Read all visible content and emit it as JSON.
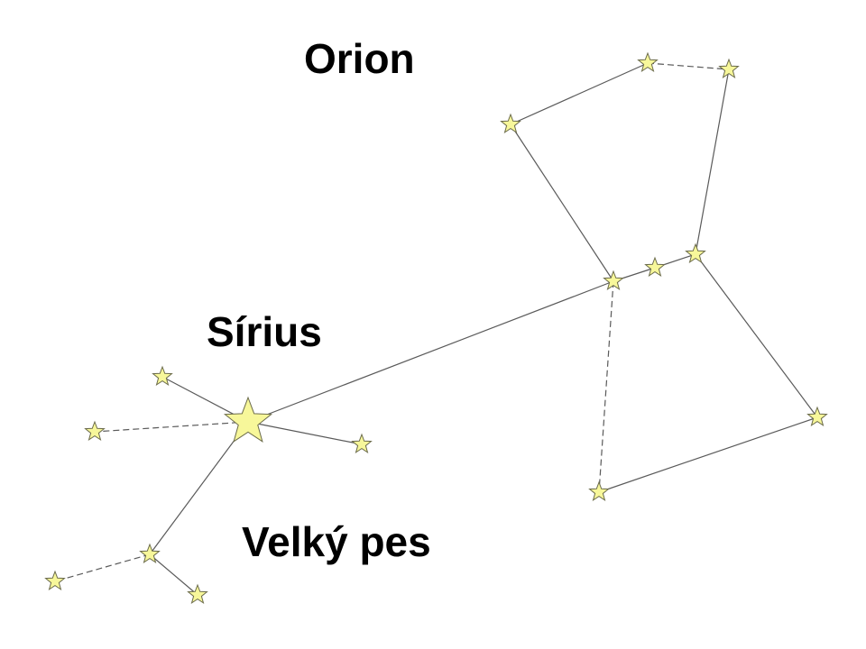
{
  "labels": {
    "orion": "Orion",
    "sirius": "Sírius",
    "canis_major": "Velký pes"
  },
  "colors": {
    "star_fill": "#f7f79a",
    "star_stroke": "#6b6b4a",
    "line": "#5a5a5a"
  }
}
